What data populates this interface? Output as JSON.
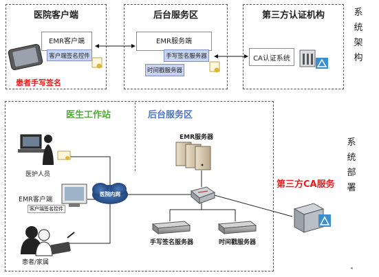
{
  "top": {
    "hospital": {
      "title": "医院客户端",
      "emr_client": "EMR客户端",
      "sign_plugin": "客户端签名控件",
      "patient_sign": "患者手写签名"
    },
    "backend": {
      "title": "后台服务区",
      "emr_server": "EMR服务端",
      "handwriting_server": "手写签名服务器",
      "timestamp_server": "时间戳服务器"
    },
    "ca": {
      "title": "第三方认证机构",
      "ca_system": "CA认证系统"
    },
    "side_label": [
      "系",
      "统",
      "架",
      "构"
    ]
  },
  "bottom": {
    "doctor_area_title": "医生工作站",
    "backend_area_title": "后台服务区",
    "medical_staff": "医护人员",
    "emr_client": "EMR客户端",
    "sign_plugin": "客户端签名控件",
    "network": "医院内网",
    "emr_servers": "EMR服务器",
    "handwriting_server": "手写签名服务器",
    "timestamp_server": "时间戳服务器",
    "patient_family": "患者/家属",
    "ca_service": "第三方CA服务",
    "side_label": [
      "系",
      "统",
      "部",
      "署"
    ]
  },
  "colors": {
    "accent_red": "#e21f1f",
    "accent_green": "#53a83b",
    "accent_blue": "#4a78c6",
    "node_blue": "#c9d4f2"
  }
}
